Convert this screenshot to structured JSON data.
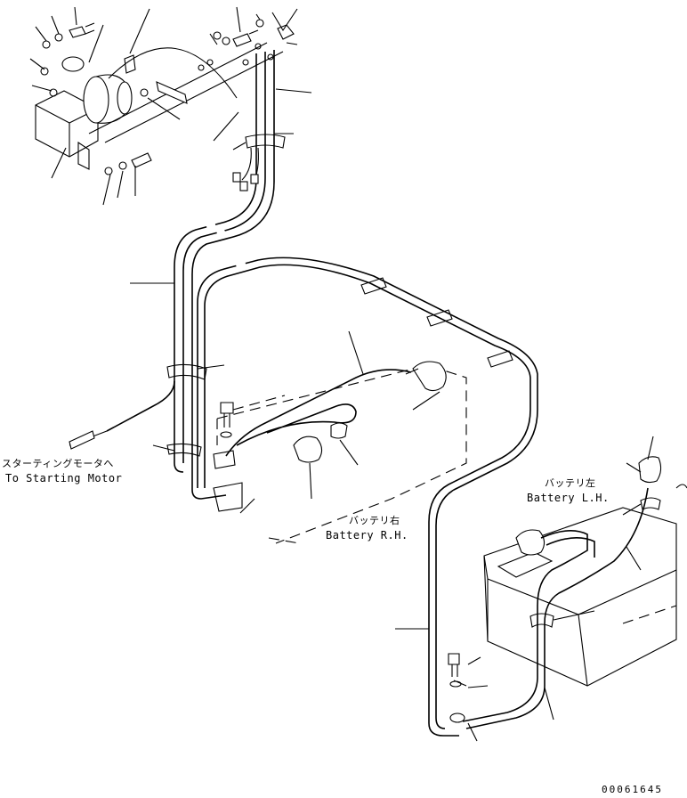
{
  "labels": {
    "starting_motor_jp": "スターティングモータへ",
    "starting_motor_en": "To Starting Motor",
    "battery_rh_jp": "バッテリ右",
    "battery_rh_en": "Battery R.H.",
    "battery_lh_jp": "バッテリ左",
    "battery_lh_en": "Battery L.H.",
    "drawing_number": "00061645"
  }
}
